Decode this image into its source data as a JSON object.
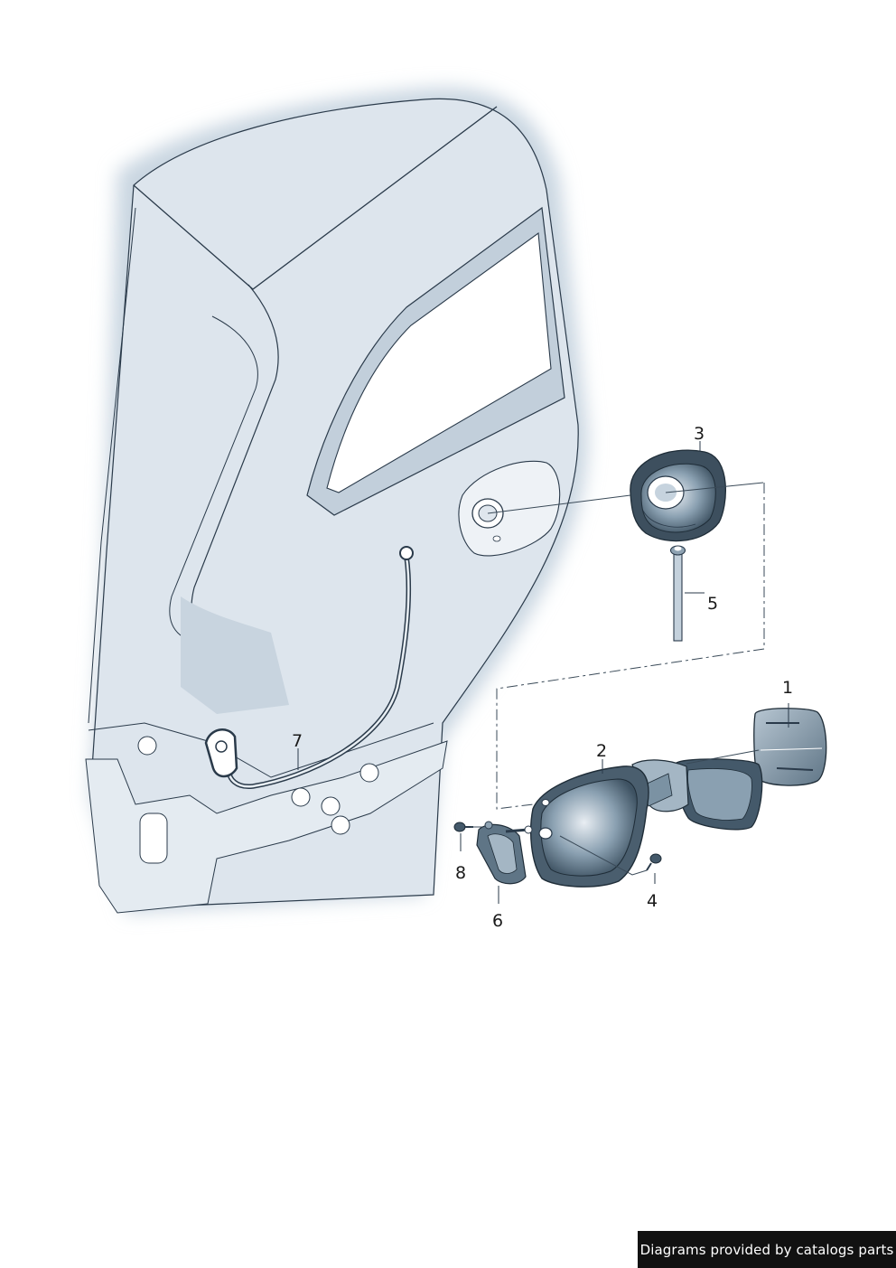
{
  "diagram": {
    "callouts": {
      "part_1": "1",
      "part_2": "2",
      "part_3": "3",
      "part_4": "4",
      "part_5": "5",
      "part_6": "6",
      "part_7": "7",
      "part_8": "8"
    }
  },
  "footer": {
    "credit_text": "Diagrams provided by catalogs parts"
  },
  "colors": {
    "body_fill": "#dce4ec",
    "body_shadow": "#c9d6e1",
    "line": "#2a3a4a",
    "part_dark": "#4a5e6e",
    "part_mid": "#7f95a6",
    "part_light": "#c4d1dc",
    "footer_bg": "#111111"
  }
}
